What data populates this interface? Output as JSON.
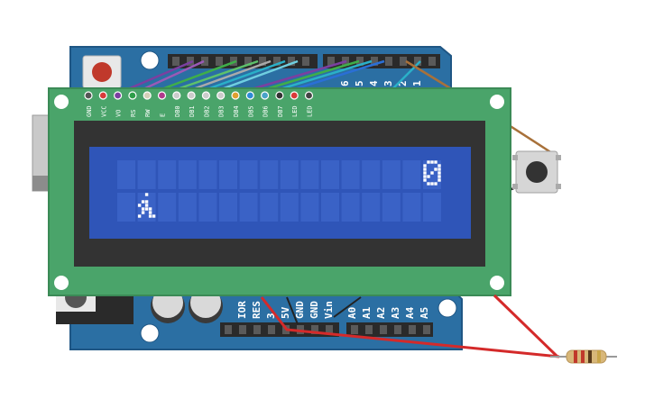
{
  "arduino": {
    "digital_pin_labels": [
      "6",
      "5",
      "4",
      "3",
      "2",
      "1"
    ],
    "power_labels": [
      "IOR",
      "RES",
      "3",
      "5V",
      "GND",
      "GND",
      "Vin"
    ],
    "analog_labels": [
      "A0",
      "A1",
      "A2",
      "A3",
      "A4",
      "A5"
    ]
  },
  "lcd": {
    "pin_labels": [
      "GND",
      "VCC",
      "VO",
      "RS",
      "RW",
      "E",
      "DB0",
      "DB1",
      "DB2",
      "DB3",
      "DB4",
      "DB5",
      "DB6",
      "DB7",
      "LED",
      "LED"
    ],
    "pin_colors": [
      "#555555",
      "#d93a3a",
      "#7b3fa0",
      "#2e9e4a",
      "#d6d0b8",
      "#b03a8c",
      "#cccccc",
      "#cccccc",
      "#cccccc",
      "#cccccc",
      "#e0a030",
      "#2e8bd6",
      "#4aa3c9",
      "#333333",
      "#d93a3a",
      "#444444"
    ],
    "screen_color": "#2f55b8",
    "pixel_color": "#ffffff",
    "cell_color": "#3a62c6",
    "rows": 2,
    "cols": 16,
    "display_row1": "               0",
    "display_row2": "  ",
    "character_icon": "running-man"
  },
  "wire_colors": {
    "power": "#d42a2a",
    "signal_purple": "#7b3fa0",
    "signal_green": "#3fae49",
    "signal_teal": "#2ab0c8",
    "signal_blue": "#2a6fd6",
    "brown": "#a8713a",
    "black": "#222222"
  }
}
